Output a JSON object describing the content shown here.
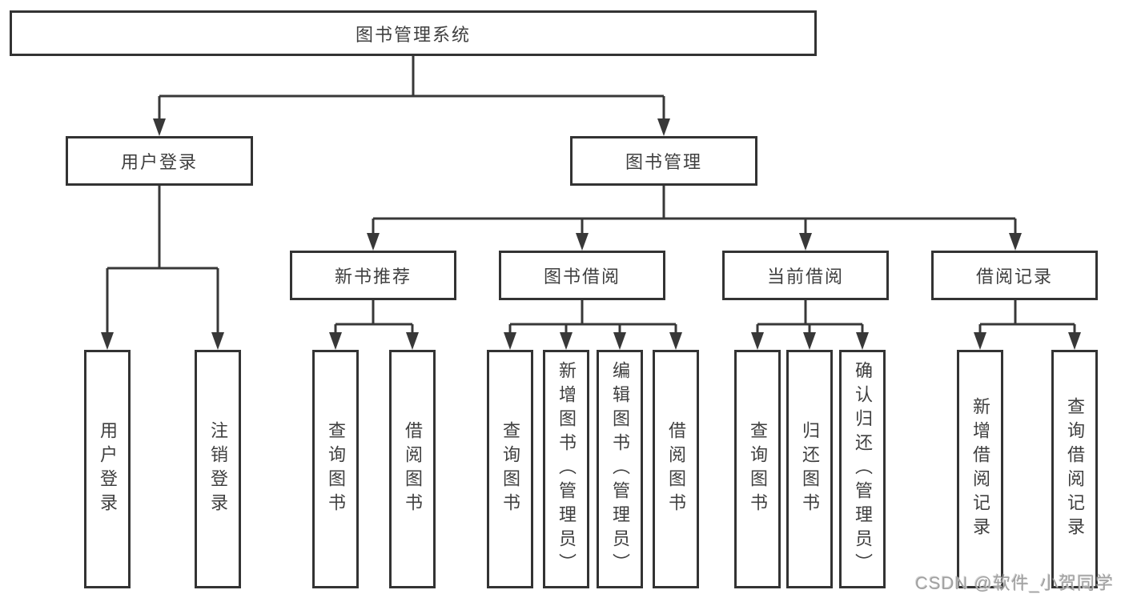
{
  "tree": {
    "root": "图书管理系统",
    "user_login": {
      "label": "用户登录",
      "children": [
        "用户登录",
        "注销登录"
      ]
    },
    "book_management": {
      "label": "图书管理",
      "sections": [
        {
          "label": "新书推荐",
          "children": [
            "查询图书",
            "借阅图书"
          ]
        },
        {
          "label": "图书借阅",
          "children": [
            "查询图书",
            "新增图书（管理员）",
            "编辑图书（管理员）",
            "借阅图书"
          ]
        },
        {
          "label": "当前借阅",
          "children": [
            "查询图书",
            "归还图书",
            "确认归还（管理员）"
          ]
        },
        {
          "label": "借阅记录",
          "children": [
            "新增借阅记录",
            "查询借阅记录"
          ]
        }
      ]
    }
  },
  "watermark": {
    "text": "CSDN @软件_小贺同学"
  },
  "colors": {
    "line": "#383838",
    "box_border": "#333333",
    "text": "#3f3f3f",
    "background": "#ffffff",
    "watermark": "#a0a0a0"
  }
}
